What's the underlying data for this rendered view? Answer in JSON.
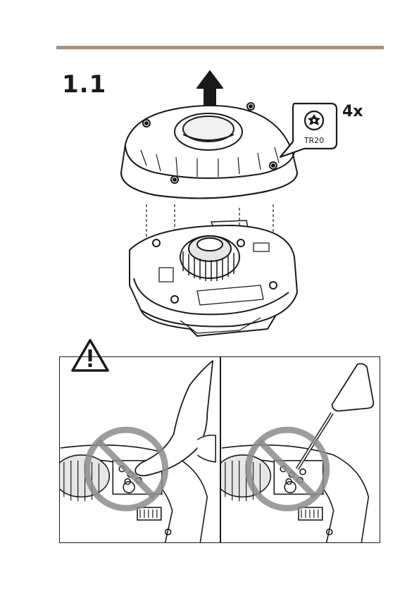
{
  "step": {
    "number": "1.1"
  },
  "tool_callout": {
    "bit": "TR20",
    "count": "4x",
    "icon": "torx-screwdriver-bit-icon"
  },
  "warning": {
    "icon": "warning-triangle-icon"
  },
  "prohibitions": [
    {
      "icon": "prohibited-icon",
      "depicts": "finger-touching-board"
    },
    {
      "icon": "prohibited-icon",
      "depicts": "tool-touching-board"
    }
  ],
  "colors": {
    "rule": "#a39387",
    "ink": "#1a1a1a",
    "prohibit": "#8c8c8c",
    "shade": "#e6e6e6"
  }
}
